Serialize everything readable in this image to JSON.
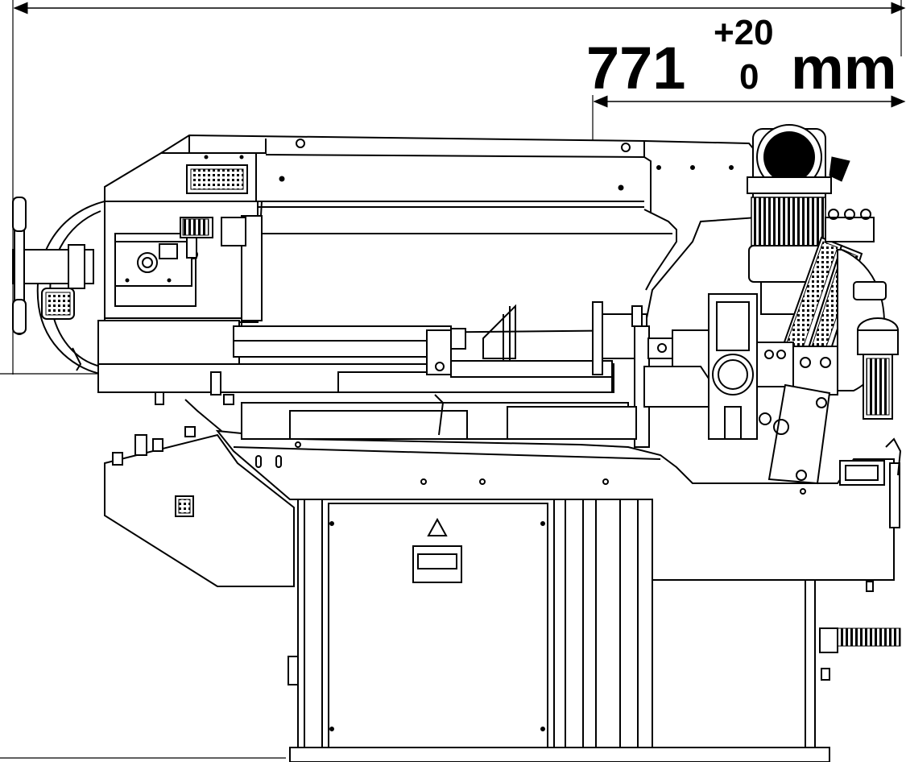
{
  "dimension": {
    "value": "771",
    "tolerance_upper": "+20",
    "tolerance_lower": "0",
    "unit": "mm"
  }
}
